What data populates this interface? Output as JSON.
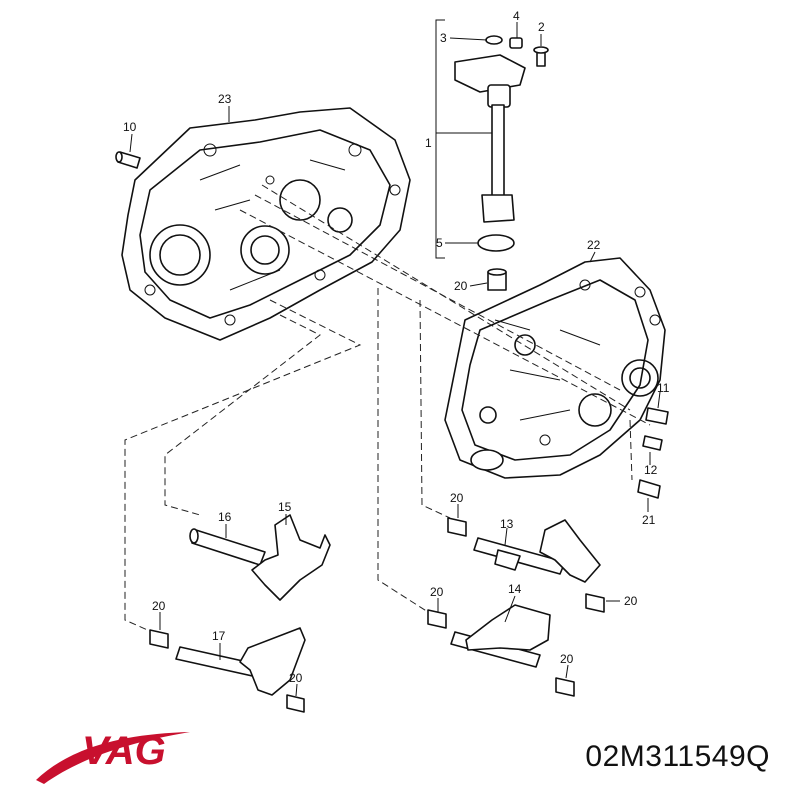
{
  "callouts": {
    "c1": "1",
    "c2": "2",
    "c3": "3",
    "c4": "4",
    "c5": "5",
    "c10": "10",
    "c11": "11",
    "c12": "12",
    "c13": "13",
    "c14": "14",
    "c15": "15",
    "c16": "16",
    "c17": "17",
    "c20": "20",
    "c21": "21",
    "c22": "22",
    "c23": "23"
  },
  "brand": {
    "logo_text": "VAG",
    "logo_color": "#c8102e"
  },
  "part_number": "02M311549Q",
  "colors": {
    "line": "#111111",
    "background": "#ffffff"
  }
}
